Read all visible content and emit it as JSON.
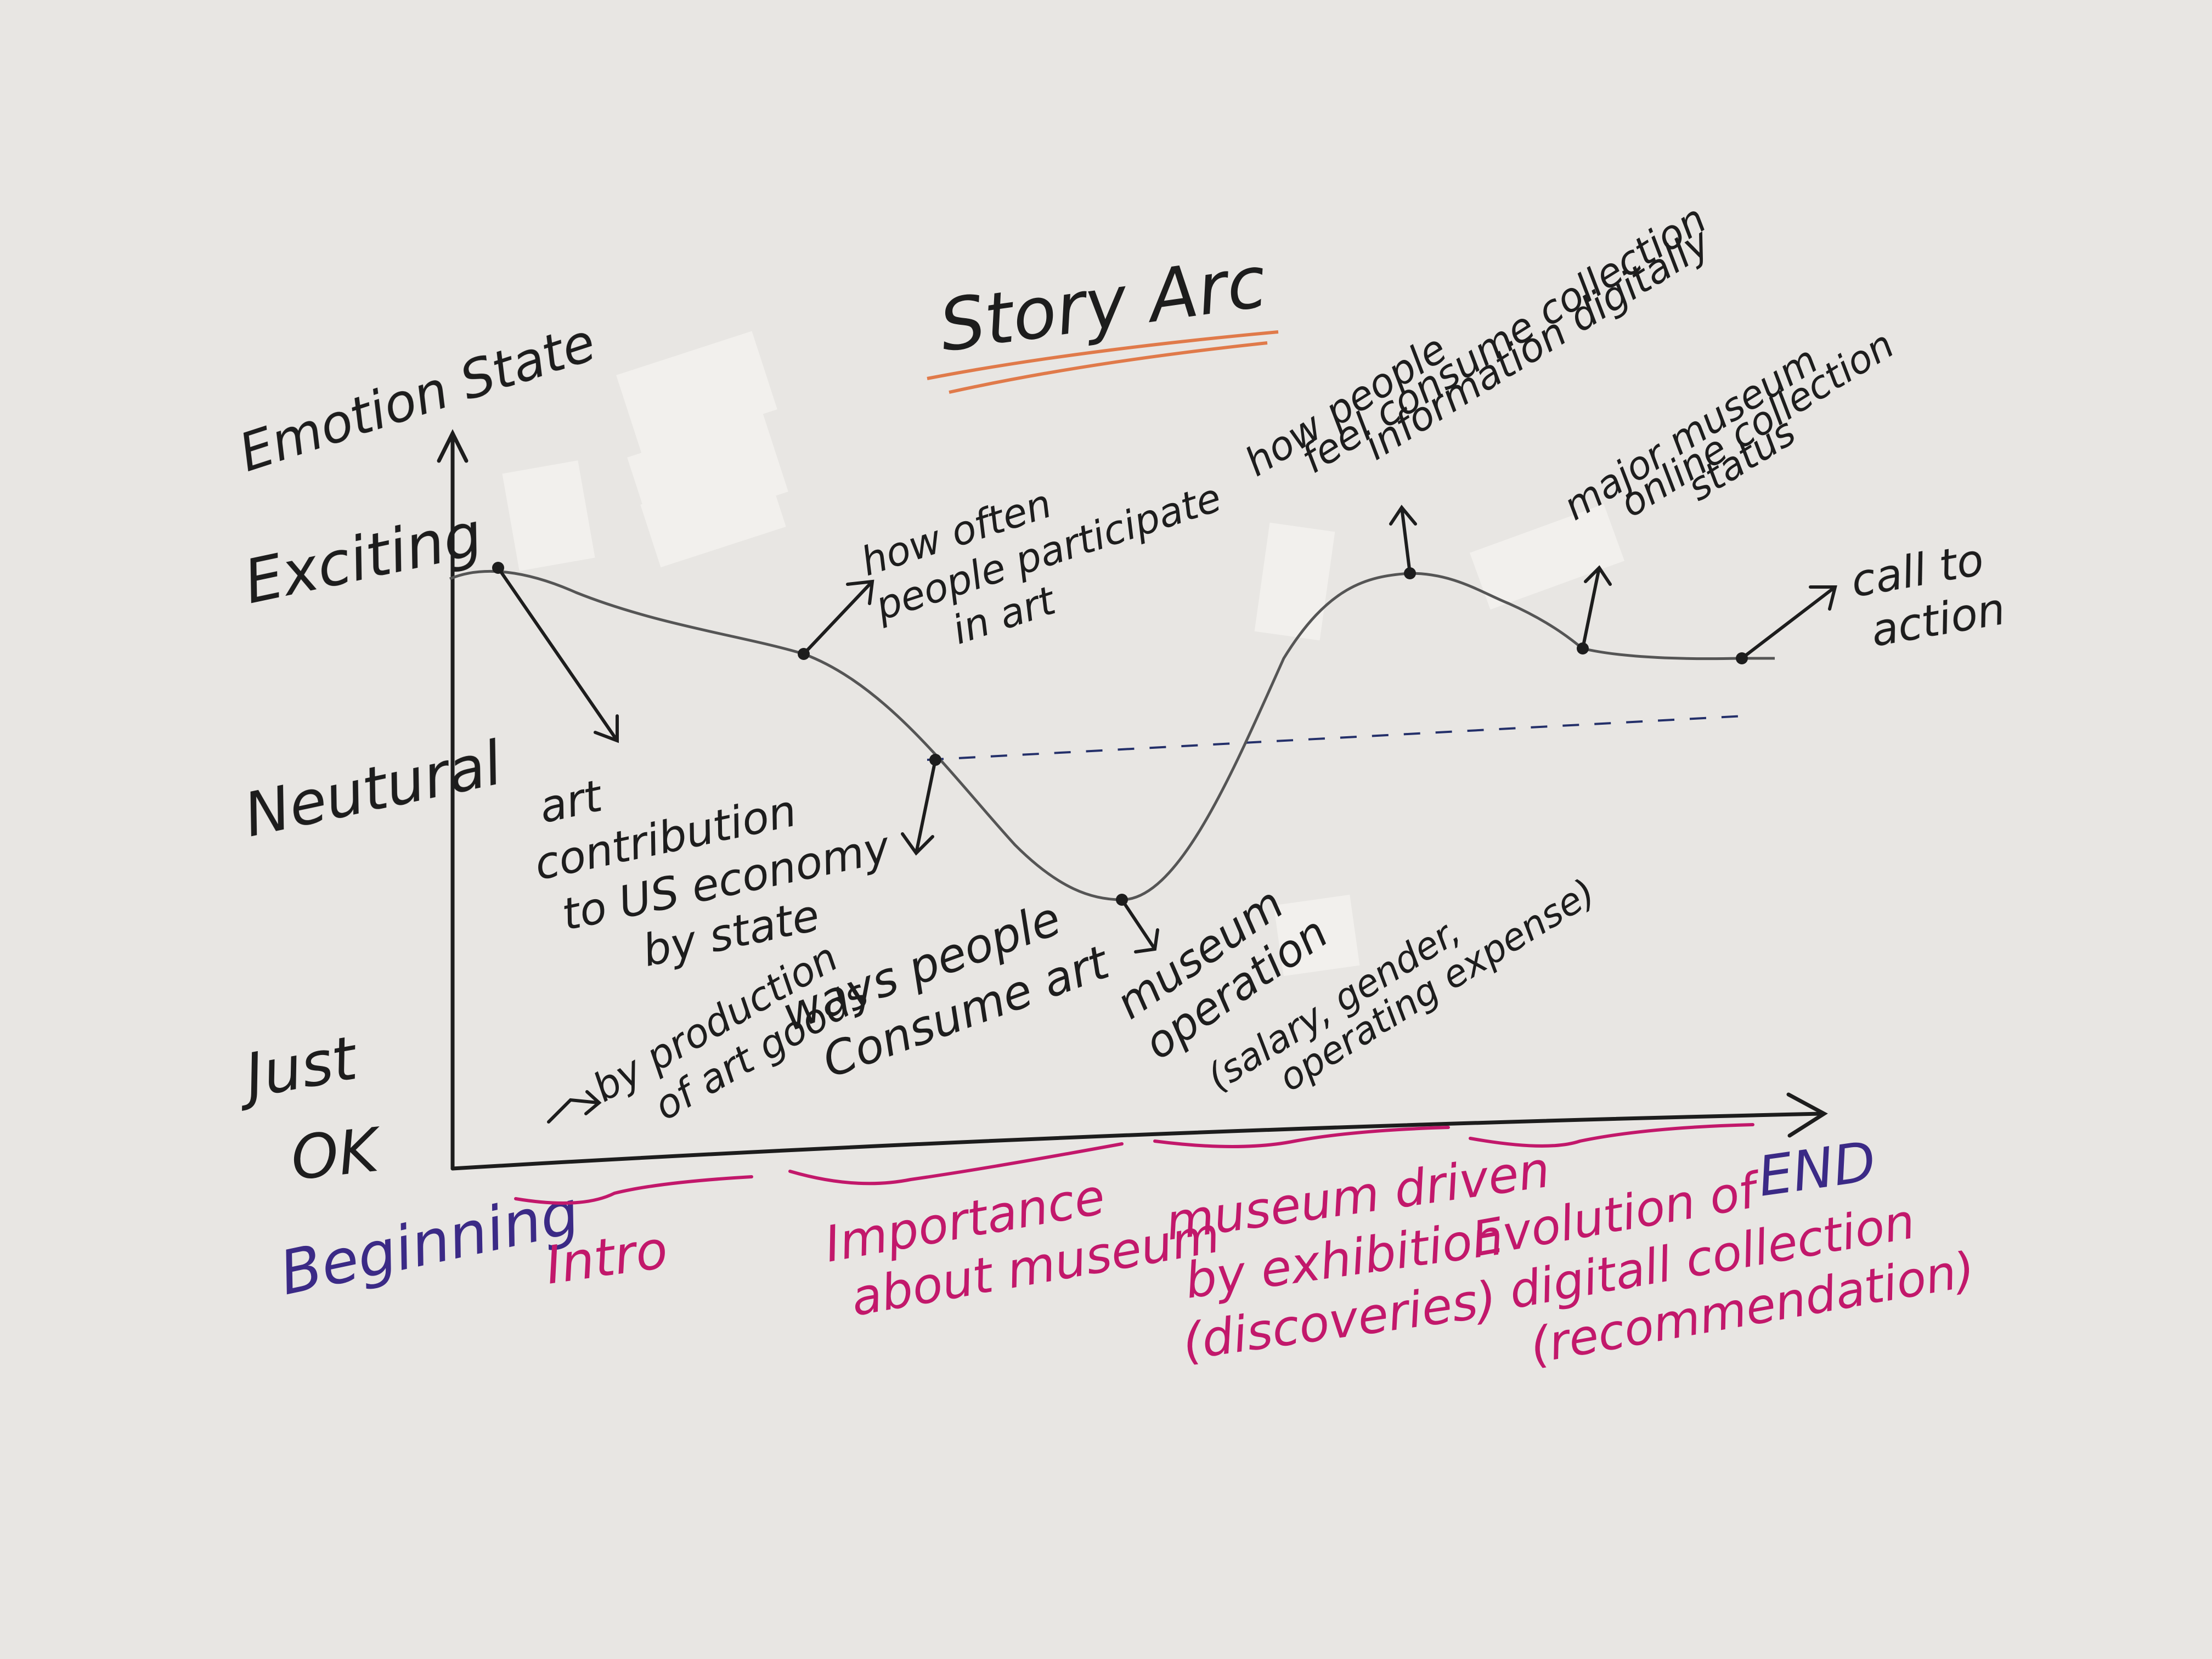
{
  "title": "Story Arc",
  "y_axis_title": "Emotion State",
  "y_levels": [
    "Exciting",
    "Neutural",
    "Just",
    "OK"
  ],
  "x_start": "Beginning",
  "x_end": "END",
  "sections": [
    {
      "lines": [
        "Intro"
      ]
    },
    {
      "lines": [
        "Importance",
        "about museum"
      ]
    },
    {
      "lines": [
        "museum driven",
        "by exhibition",
        "(discoveries)"
      ]
    },
    {
      "lines": [
        "Evolution of",
        "digitall collection",
        "(recommendation)"
      ]
    }
  ],
  "annotations": [
    {
      "lines": [
        "art",
        "contribution",
        "to US economy",
        "by state"
      ]
    },
    {
      "lines": [
        "by production",
        "of art goods"
      ]
    },
    {
      "lines": [
        "how often",
        "people participate",
        "in art"
      ]
    },
    {
      "lines": [
        "ways people",
        "Consume art"
      ]
    },
    {
      "lines": [
        "museum",
        "operation"
      ]
    },
    {
      "lines": [
        "(salary, gender,",
        "operating expense)"
      ]
    },
    {
      "lines": [
        "how people",
        "feel consume collection",
        "information digitally"
      ]
    },
    {
      "lines": [
        "major museum",
        "online collection",
        "status"
      ]
    },
    {
      "lines": [
        "call to",
        "action"
      ]
    }
  ],
  "colors": {
    "ink": "#1d1d1d",
    "pencil": "#555555",
    "pink": "#c2186b",
    "purple": "#3b2a86",
    "underline": "#e07a4a",
    "tape": "#f4f3ef"
  }
}
